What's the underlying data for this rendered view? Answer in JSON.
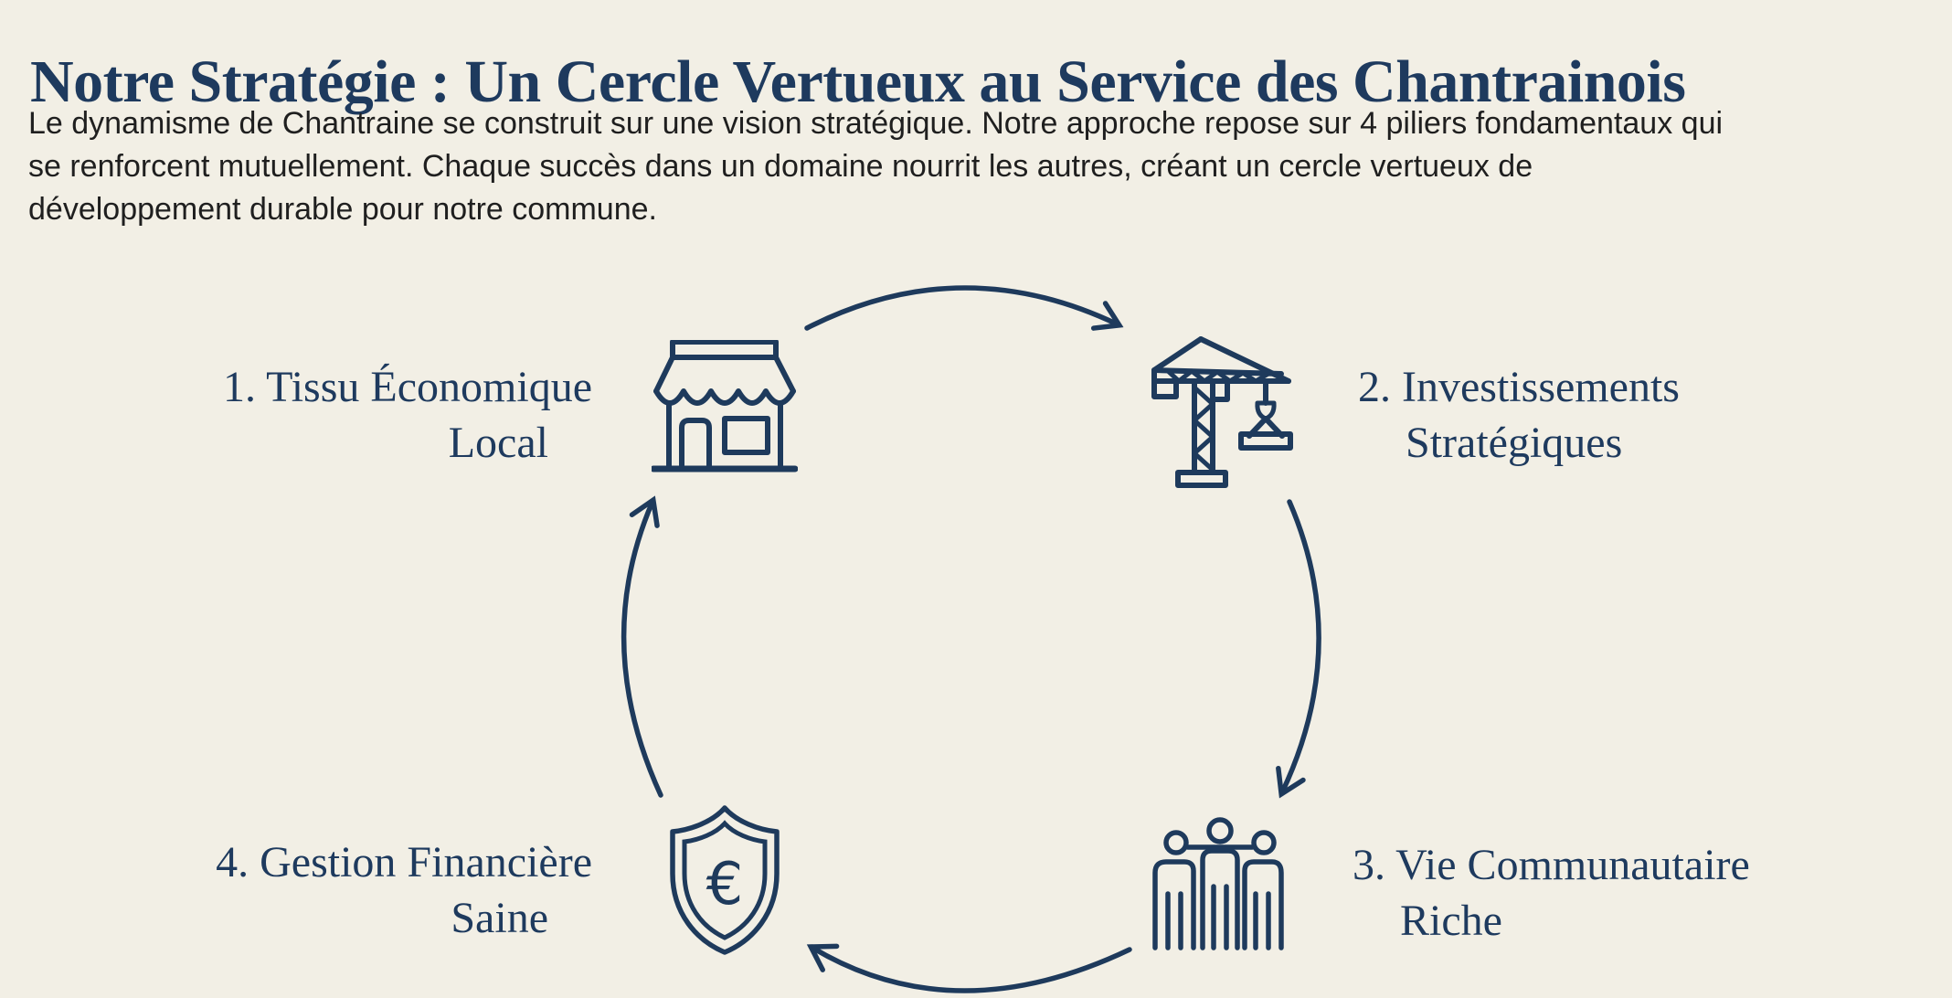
{
  "colors": {
    "background": "#f2efe5",
    "navy": "#1e3a5c",
    "body_text": "#1f1f1f"
  },
  "header": {
    "title": "Notre Stratégie : Un Cercle Vertueux au Service des Chantrainois"
  },
  "intro": {
    "lines": [
      "Le dynamisme de Chantraine se construit sur une vision stratégique. Notre approche repose sur 4 piliers fondamentaux qui",
      "se renforcent mutuellement. Chaque succès dans un domaine nourrit les autres, créant un cercle vertueux de",
      "développement durable pour notre commune."
    ]
  },
  "cycle": {
    "type": "circular-flow",
    "euro_symbol": "€",
    "items": [
      {
        "id": 1,
        "line1": "1. Tissu Économique",
        "line2": "Local",
        "icon": "storefront-icon",
        "position": "top-left"
      },
      {
        "id": 2,
        "line1": "2. Investissements",
        "line2": "Stratégiques",
        "icon": "construction-crane-icon",
        "position": "top-right"
      },
      {
        "id": 3,
        "line1": "3. Vie Communautaire",
        "line2": "Riche",
        "icon": "community-people-icon",
        "position": "bottom-right"
      },
      {
        "id": 4,
        "line1": "4. Gestion Financière",
        "line2": "Saine",
        "icon": "shield-euro-icon",
        "position": "bottom-left"
      }
    ],
    "arrows": [
      {
        "from": 1,
        "to": 2,
        "position": "top"
      },
      {
        "from": 2,
        "to": 3,
        "position": "right"
      },
      {
        "from": 3,
        "to": 4,
        "position": "bottom"
      },
      {
        "from": 4,
        "to": 1,
        "position": "left"
      }
    ]
  }
}
